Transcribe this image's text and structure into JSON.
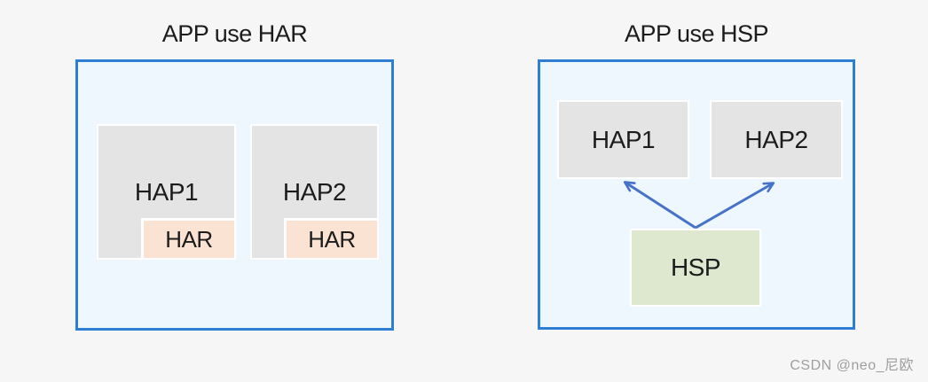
{
  "left_diagram": {
    "title": "APP use HAR",
    "hap1": {
      "label": "HAP1",
      "har_label": "HAR"
    },
    "hap2": {
      "label": "HAP2",
      "har_label": "HAR"
    }
  },
  "right_diagram": {
    "title": "APP use HSP",
    "hap1_label": "HAP1",
    "hap2_label": "HAP2",
    "hsp_label": "HSP"
  },
  "watermark": "CSDN @neo_尼欧",
  "colors": {
    "page_background": "#f6f6f6",
    "container_border": "#2e7ed3",
    "container_fill": "#eff7fe",
    "hap_fill": "#e4e4e4",
    "har_fill": "#fae3d3",
    "hsp_fill": "#dde8ce",
    "arrow": "#4673c9",
    "text": "#1c1c1c",
    "watermark_text": "#9e9e9e"
  }
}
